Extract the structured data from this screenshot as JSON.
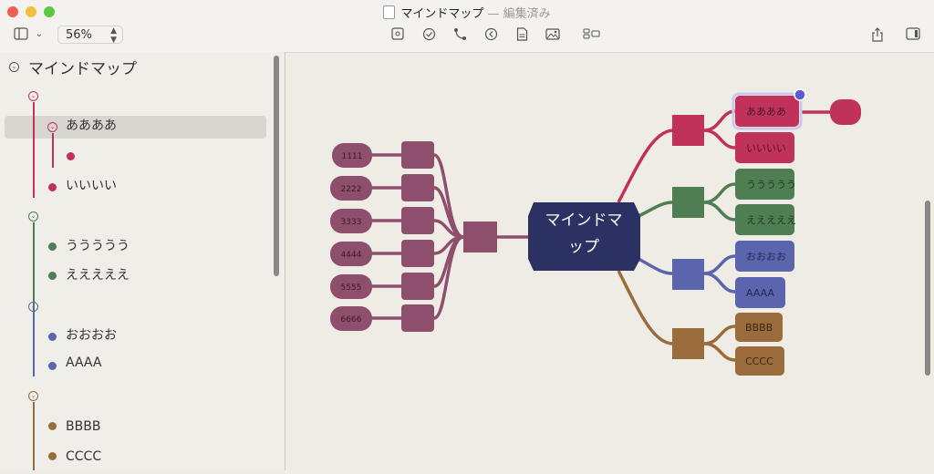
{
  "window": {
    "title": "マインドマップ",
    "subtitle": "— 編集済み"
  },
  "toolbar": {
    "zoom": "56%",
    "icons": [
      "sidebar-icon",
      "chevron-down-icon",
      "fit-icon",
      "check-icon",
      "connect-icon",
      "back-icon",
      "document-icon",
      "image-icon",
      "layout-icon",
      "share-icon",
      "inspector-icon"
    ]
  },
  "outline": {
    "title": "マインドマップ",
    "groups": [
      {
        "color": "#c0325a",
        "items": [
          "ああああ",
          "",
          "いいいい"
        ]
      },
      {
        "color": "#4f7e52",
        "items": [
          "ううううう",
          "えええええ"
        ]
      },
      {
        "color": "#5a65ae",
        "items": [
          "おおおお",
          "AAAA"
        ]
      },
      {
        "color": "#9a6c3c",
        "items": [
          "BBBB",
          "CCCC"
        ]
      }
    ]
  },
  "map": {
    "center": {
      "line1": "マインドマ",
      "line2": "ップ",
      "color": "#2c3163"
    },
    "right": [
      {
        "color": "#c0325a",
        "leaves": [
          "ああああ",
          "いいいい"
        ]
      },
      {
        "color": "#4f7e52",
        "leaves": [
          "ううううう",
          "えええええ"
        ]
      },
      {
        "color": "#5a65ae",
        "leaves": [
          "おおおお",
          "AAAA"
        ]
      },
      {
        "color": "#9a6c3c",
        "leaves": [
          "BBBB",
          "CCCC"
        ]
      }
    ],
    "left": {
      "color": "#8e4f6c",
      "leaves": [
        "1111",
        "2222",
        "3333",
        "4444",
        "5555",
        "6666"
      ]
    },
    "selection_color": "#5b5bd6"
  }
}
